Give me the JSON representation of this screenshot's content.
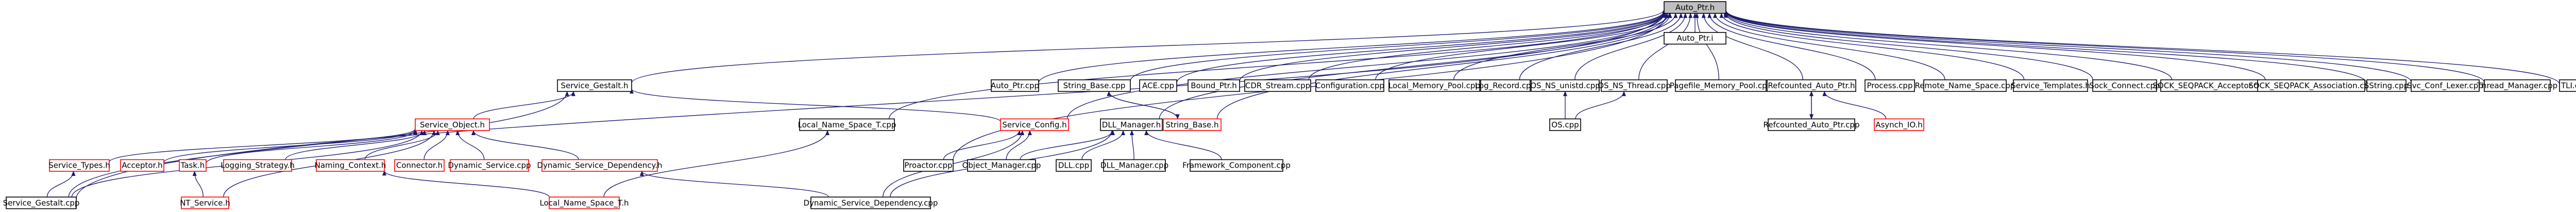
{
  "diagram": {
    "colors": {
      "edge": "#191970",
      "root_fill": "#bfbfbf",
      "box_border": "#000000",
      "missing_border": "#ff0000",
      "text": "#000000"
    },
    "nodes": [
      {
        "id": "auto_ptr_h",
        "label": "Auto_Ptr.h",
        "style": "root"
      },
      {
        "id": "auto_ptr_i",
        "label": "Auto_Ptr.i",
        "style": "plain"
      },
      {
        "id": "auto_ptr_cpp",
        "label": "Auto_Ptr.cpp",
        "style": "plain"
      },
      {
        "id": "string_base_cpp",
        "label": "String_Base.cpp",
        "style": "plain"
      },
      {
        "id": "ace_cpp",
        "label": "ACE.cpp",
        "style": "plain"
      },
      {
        "id": "bound_ptr_h",
        "label": "Bound_Ptr.h",
        "style": "plain"
      },
      {
        "id": "cdr_stream_cpp",
        "label": "CDR_Stream.cpp",
        "style": "plain"
      },
      {
        "id": "configuration_cpp",
        "label": "Configuration.cpp",
        "style": "plain"
      },
      {
        "id": "local_memory_pool_cpp",
        "label": "Local_Memory_Pool.cpp",
        "style": "plain"
      },
      {
        "id": "log_record_cpp",
        "label": "Log_Record.cpp",
        "style": "plain"
      },
      {
        "id": "os_ns_unistd_cpp",
        "label": "OS_NS_unistd.cpp",
        "style": "plain"
      },
      {
        "id": "os_ns_thread_cpp",
        "label": "OS_NS_Thread.cpp",
        "style": "plain"
      },
      {
        "id": "pagefile_memory_pool_cpp",
        "label": "Pagefile_Memory_Pool.cpp",
        "style": "plain"
      },
      {
        "id": "refcounted_auto_ptr_h",
        "label": "Refcounted_Auto_Ptr.h",
        "style": "plain"
      },
      {
        "id": "process_cpp",
        "label": "Process.cpp",
        "style": "plain"
      },
      {
        "id": "remote_name_space_cpp",
        "label": "Remote_Name_Space.cpp",
        "style": "plain"
      },
      {
        "id": "service_templates_h",
        "label": "Service_Templates.h",
        "style": "plain"
      },
      {
        "id": "sock_connect_cpp",
        "label": "Sock_Connect.cpp",
        "style": "plain"
      },
      {
        "id": "sock_seqpack_acceptor_cpp",
        "label": "SOCK_SEQPACK_Acceptor.cpp",
        "style": "plain"
      },
      {
        "id": "sock_seqpack_association_cpp",
        "label": "SOCK_SEQPACK_Association.cpp",
        "style": "plain"
      },
      {
        "id": "sstring_cpp",
        "label": "SString.cpp",
        "style": "plain"
      },
      {
        "id": "svc_conf_lexer_cpp",
        "label": "Svc_Conf_Lexer.cpp",
        "style": "plain"
      },
      {
        "id": "thread_manager_cpp",
        "label": "Thread_Manager.cpp",
        "style": "plain"
      },
      {
        "id": "tli_cpp",
        "label": "TLI.cpp",
        "style": "plain"
      },
      {
        "id": "service_gestalt_h",
        "label": "Service_Gestalt.h",
        "style": "plain"
      },
      {
        "id": "local_name_space_t_cpp",
        "label": "Local_Name_Space_T.cpp",
        "style": "plain"
      },
      {
        "id": "service_config_h",
        "label": "Service_Config.h",
        "style": "redbox"
      },
      {
        "id": "dll_manager_h",
        "label": "DLL_Manager.h",
        "style": "plain"
      },
      {
        "id": "string_base_h",
        "label": "String_Base.h",
        "style": "redbox"
      },
      {
        "id": "os_cpp",
        "label": "OS.cpp",
        "style": "plain"
      },
      {
        "id": "refcounted_auto_ptr_cpp",
        "label": "Refcounted_Auto_Ptr.cpp",
        "style": "plain"
      },
      {
        "id": "asynch_io_h",
        "label": "Asynch_IO.h",
        "style": "redbox"
      },
      {
        "id": "service_object_h",
        "label": "Service_Object.h",
        "style": "redbox"
      },
      {
        "id": "proactor_cpp",
        "label": "Proactor.cpp",
        "style": "plain"
      },
      {
        "id": "object_manager_cpp",
        "label": "Object_Manager.cpp",
        "style": "plain"
      },
      {
        "id": "dll_cpp",
        "label": "DLL.cpp",
        "style": "plain"
      },
      {
        "id": "dll_manager_cpp",
        "label": "DLL_Manager.cpp",
        "style": "plain"
      },
      {
        "id": "framework_component_cpp",
        "label": "Framework_Component.cpp",
        "style": "plain"
      },
      {
        "id": "service_types_h",
        "label": "Service_Types.h",
        "style": "redbox"
      },
      {
        "id": "acceptor_h",
        "label": "Acceptor.h",
        "style": "redbox"
      },
      {
        "id": "task_h",
        "label": "Task.h",
        "style": "redbox"
      },
      {
        "id": "logging_strategy_h",
        "label": "Logging_Strategy.h",
        "style": "redbox"
      },
      {
        "id": "naming_context_h",
        "label": "Naming_Context.h",
        "style": "redbox"
      },
      {
        "id": "connector_h",
        "label": "Connector.h",
        "style": "redbox"
      },
      {
        "id": "dynamic_service_cpp",
        "label": "Dynamic_Service.cpp",
        "style": "redbox"
      },
      {
        "id": "dynamic_service_dependency_h",
        "label": "Dynamic_Service_Dependency.h",
        "style": "redbox"
      },
      {
        "id": "service_gestalt_cpp",
        "label": "Service_Gestalt.cpp",
        "style": "plain"
      },
      {
        "id": "nt_service_h",
        "label": "NT_Service.h",
        "style": "redbox"
      },
      {
        "id": "local_name_space_t_h",
        "label": "Local_Name_Space_T.h",
        "style": "redbox"
      },
      {
        "id": "dynamic_service_dependency_cpp",
        "label": "Dynamic_Service_Dependency.cpp",
        "style": "plain"
      }
    ],
    "edges": [
      [
        "auto_ptr_i",
        "auto_ptr_h"
      ],
      [
        "auto_ptr_cpp",
        "auto_ptr_h"
      ],
      [
        "string_base_cpp",
        "auto_ptr_h"
      ],
      [
        "ace_cpp",
        "auto_ptr_h"
      ],
      [
        "bound_ptr_h",
        "auto_ptr_h"
      ],
      [
        "cdr_stream_cpp",
        "auto_ptr_h"
      ],
      [
        "configuration_cpp",
        "auto_ptr_h"
      ],
      [
        "local_memory_pool_cpp",
        "auto_ptr_h"
      ],
      [
        "log_record_cpp",
        "auto_ptr_h"
      ],
      [
        "os_ns_unistd_cpp",
        "auto_ptr_h"
      ],
      [
        "os_ns_thread_cpp",
        "auto_ptr_h"
      ],
      [
        "pagefile_memory_pool_cpp",
        "auto_ptr_h"
      ],
      [
        "refcounted_auto_ptr_h",
        "auto_ptr_h"
      ],
      [
        "process_cpp",
        "auto_ptr_h"
      ],
      [
        "remote_name_space_cpp",
        "auto_ptr_h"
      ],
      [
        "service_templates_h",
        "auto_ptr_h"
      ],
      [
        "sock_connect_cpp",
        "auto_ptr_h"
      ],
      [
        "sock_seqpack_acceptor_cpp",
        "auto_ptr_h"
      ],
      [
        "sock_seqpack_association_cpp",
        "auto_ptr_h"
      ],
      [
        "sstring_cpp",
        "auto_ptr_h"
      ],
      [
        "svc_conf_lexer_cpp",
        "auto_ptr_h"
      ],
      [
        "thread_manager_cpp",
        "auto_ptr_h"
      ],
      [
        "tli_cpp",
        "auto_ptr_h"
      ],
      [
        "service_gestalt_h",
        "auto_ptr_h"
      ],
      [
        "local_name_space_t_cpp",
        "auto_ptr_h"
      ],
      [
        "service_config_h",
        "auto_ptr_h"
      ],
      [
        "dll_manager_h",
        "auto_ptr_h"
      ],
      [
        "string_base_h",
        "auto_ptr_h"
      ],
      [
        "proactor_cpp",
        "auto_ptr_h"
      ],
      [
        "service_gestalt_cpp",
        "auto_ptr_h"
      ],
      [
        "string_base_cpp",
        "string_base_h"
      ],
      [
        "string_base_h",
        "string_base_cpp"
      ],
      [
        "os_cpp",
        "os_ns_unistd_cpp"
      ],
      [
        "os_cpp",
        "os_ns_thread_cpp"
      ],
      [
        "refcounted_auto_ptr_cpp",
        "refcounted_auto_ptr_h"
      ],
      [
        "refcounted_auto_ptr_h",
        "refcounted_auto_ptr_cpp"
      ],
      [
        "asynch_io_h",
        "refcounted_auto_ptr_h"
      ],
      [
        "service_object_h",
        "service_gestalt_h"
      ],
      [
        "service_config_h",
        "service_gestalt_h"
      ],
      [
        "service_gestalt_cpp",
        "service_gestalt_h"
      ],
      [
        "proactor_cpp",
        "service_config_h"
      ],
      [
        "object_manager_cpp",
        "service_config_h"
      ],
      [
        "dynamic_service_dependency_cpp",
        "service_config_h"
      ],
      [
        "object_manager_cpp",
        "dll_manager_h"
      ],
      [
        "dll_cpp",
        "dll_manager_h"
      ],
      [
        "dll_manager_cpp",
        "dll_manager_h"
      ],
      [
        "framework_component_cpp",
        "dll_manager_h"
      ],
      [
        "dynamic_service_dependency_cpp",
        "dll_manager_h"
      ],
      [
        "service_types_h",
        "service_object_h"
      ],
      [
        "acceptor_h",
        "service_object_h"
      ],
      [
        "task_h",
        "service_object_h"
      ],
      [
        "logging_strategy_h",
        "service_object_h"
      ],
      [
        "naming_context_h",
        "service_object_h"
      ],
      [
        "connector_h",
        "service_object_h"
      ],
      [
        "dynamic_service_cpp",
        "service_object_h"
      ],
      [
        "dynamic_service_dependency_h",
        "service_object_h"
      ],
      [
        "service_gestalt_cpp",
        "service_object_h"
      ],
      [
        "nt_service_h",
        "service_object_h"
      ],
      [
        "service_gestalt_cpp",
        "service_types_h"
      ],
      [
        "nt_service_h",
        "task_h"
      ],
      [
        "local_name_space_t_h",
        "naming_context_h"
      ],
      [
        "dynamic_service_dependency_cpp",
        "dynamic_service_dependency_h"
      ],
      [
        "local_name_space_t_h",
        "local_name_space_t_cpp"
      ]
    ]
  }
}
